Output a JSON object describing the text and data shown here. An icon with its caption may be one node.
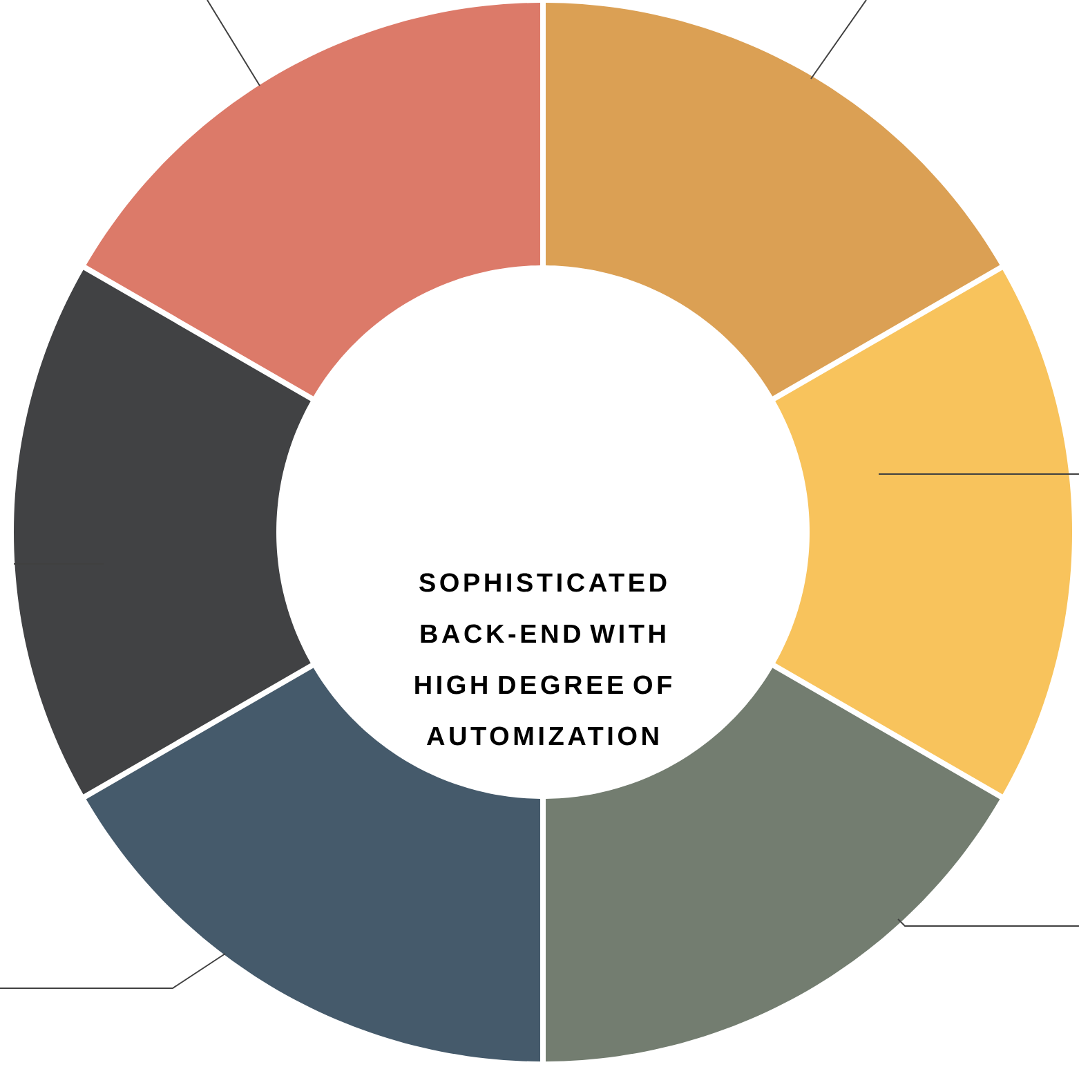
{
  "diagram": {
    "nodes": [
      {
        "text": [
          "SOPHISTICATED BACK-END WITH HIGH DEGREE OF AUTOMIZATION"
        ]
      },
      {
        "text": [],
        "shape": "wedge"
      },
      {
        "text": [],
        "shape": "wedge"
      },
      {
        "text": [],
        "shape": "wedge"
      },
      {
        "text": [],
        "shape": "wedge"
      },
      {
        "text": [],
        "shape": "wedge"
      },
      {
        "text": [],
        "shape": "wedge"
      }
    ],
    "edges": [
      {
        "from": 1,
        "to": null,
        "arrow": "none"
      },
      {
        "from": 2,
        "to": null,
        "arrow": "none"
      },
      {
        "from": 3,
        "to": null,
        "arrow": "none"
      },
      {
        "from": 4,
        "to": null,
        "arrow": "none"
      },
      {
        "from": 5,
        "to": null,
        "arrow": "none"
      },
      {
        "from": 6,
        "to": null,
        "arrow": "none"
      }
    ]
  }
}
